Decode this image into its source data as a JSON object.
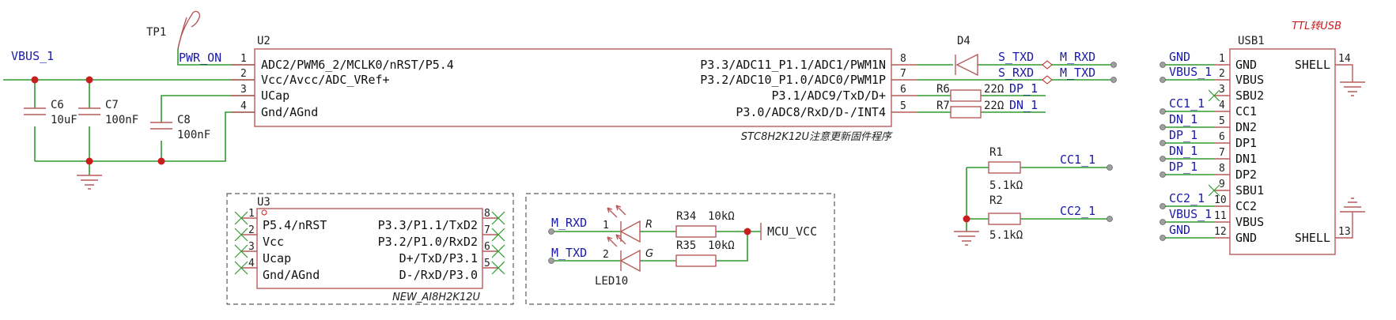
{
  "u2": {
    "ref": "U2",
    "name": "STC8H2K12U注意更新固件程序",
    "left_pins": [
      {
        "num": "1",
        "label": "ADC2/PWM6_2/MCLK0/nRST/P5.4"
      },
      {
        "num": "2",
        "label": "Vcc/Avcc/ADC_VRef+"
      },
      {
        "num": "3",
        "label": "UCap"
      },
      {
        "num": "4",
        "label": "Gnd/AGnd"
      }
    ],
    "right_pins": [
      {
        "num": "8",
        "label": "P3.3/ADC11_P1.1/ADC1/PWM1N"
      },
      {
        "num": "7",
        "label": "P3.2/ADC10_P1.0/ADC0/PWM1P"
      },
      {
        "num": "6",
        "label": "P3.1/ADC9/TxD/D+"
      },
      {
        "num": "5",
        "label": "P3.0/ADC8/RxD/D-/INT4"
      }
    ]
  },
  "tp1": {
    "ref": "TP1"
  },
  "nets": {
    "vbus1": "VBUS_1",
    "pwr_on": "PWR_ON",
    "s_txd": "S_TXD",
    "s_rxd": "S_RXD",
    "m_rxd": "M_RXD",
    "m_txd": "M_TXD",
    "dp1": "DP_1",
    "dn1": "DN_1",
    "cc1": "CC1_1",
    "cc2": "CC2_1",
    "mcu_vcc": "MCU_VCC",
    "led_m_rxd": "M_RXD",
    "led_m_txd": "M_TXD"
  },
  "caps": [
    {
      "ref": "C6",
      "value": "10uF"
    },
    {
      "ref": "C7",
      "value": "100nF"
    },
    {
      "ref": "C8",
      "value": "100nF"
    }
  ],
  "d4": {
    "ref": "D4"
  },
  "r6": {
    "ref": "R6",
    "value": "22Ω"
  },
  "r7": {
    "ref": "R7",
    "value": "22Ω"
  },
  "r1": {
    "ref": "R1",
    "value": "5.1kΩ"
  },
  "r2": {
    "ref": "R2",
    "value": "5.1kΩ"
  },
  "u3": {
    "ref": "U3",
    "name": "NEW_AI8H2K12U",
    "left_pins": [
      {
        "num": "1",
        "label": "P5.4/nRST"
      },
      {
        "num": "2",
        "label": "Vcc"
      },
      {
        "num": "3",
        "label": "Ucap"
      },
      {
        "num": "4",
        "label": "Gnd/AGnd"
      }
    ],
    "right_pins": [
      {
        "num": "8",
        "label": "P3.3/P1.1/TxD2"
      },
      {
        "num": "7",
        "label": "P3.2/P1.0/RxD2"
      },
      {
        "num": "6",
        "label": "D+/TxD/P3.1"
      },
      {
        "num": "5",
        "label": "D-/RxD/P3.0"
      }
    ]
  },
  "led": {
    "ref": "LED10",
    "pin1": "1",
    "pin2": "2",
    "r_label": "R",
    "g_label": "G",
    "r34": {
      "ref": "R34",
      "value": "10kΩ"
    },
    "r35": {
      "ref": "R35",
      "value": "10kΩ"
    }
  },
  "usb1": {
    "ref": "USB1",
    "title": "TTL转USB",
    "pins": [
      {
        "num": "1",
        "label": "GND",
        "net": "GND"
      },
      {
        "num": "2",
        "label": "VBUS",
        "net": "VBUS_1"
      },
      {
        "num": "3",
        "label": "SBU2",
        "net": ""
      },
      {
        "num": "4",
        "label": "CC1",
        "net": "CC1_1"
      },
      {
        "num": "5",
        "label": "DN2",
        "net": "DN_1"
      },
      {
        "num": "6",
        "label": "DP1",
        "net": "DP_1"
      },
      {
        "num": "7",
        "label": "DN1",
        "net": "DN_1"
      },
      {
        "num": "8",
        "label": "DP2",
        "net": "DP_1"
      },
      {
        "num": "9",
        "label": "SBU1",
        "net": ""
      },
      {
        "num": "10",
        "label": "CC2",
        "net": "CC2_1"
      },
      {
        "num": "11",
        "label": "VBUS",
        "net": "VBUS_1"
      },
      {
        "num": "12",
        "label": "GND",
        "net": "GND"
      }
    ],
    "shell_top": {
      "num": "14",
      "label": "SHELL"
    },
    "shell_bottom": {
      "num": "13",
      "label": "SHELL"
    }
  }
}
